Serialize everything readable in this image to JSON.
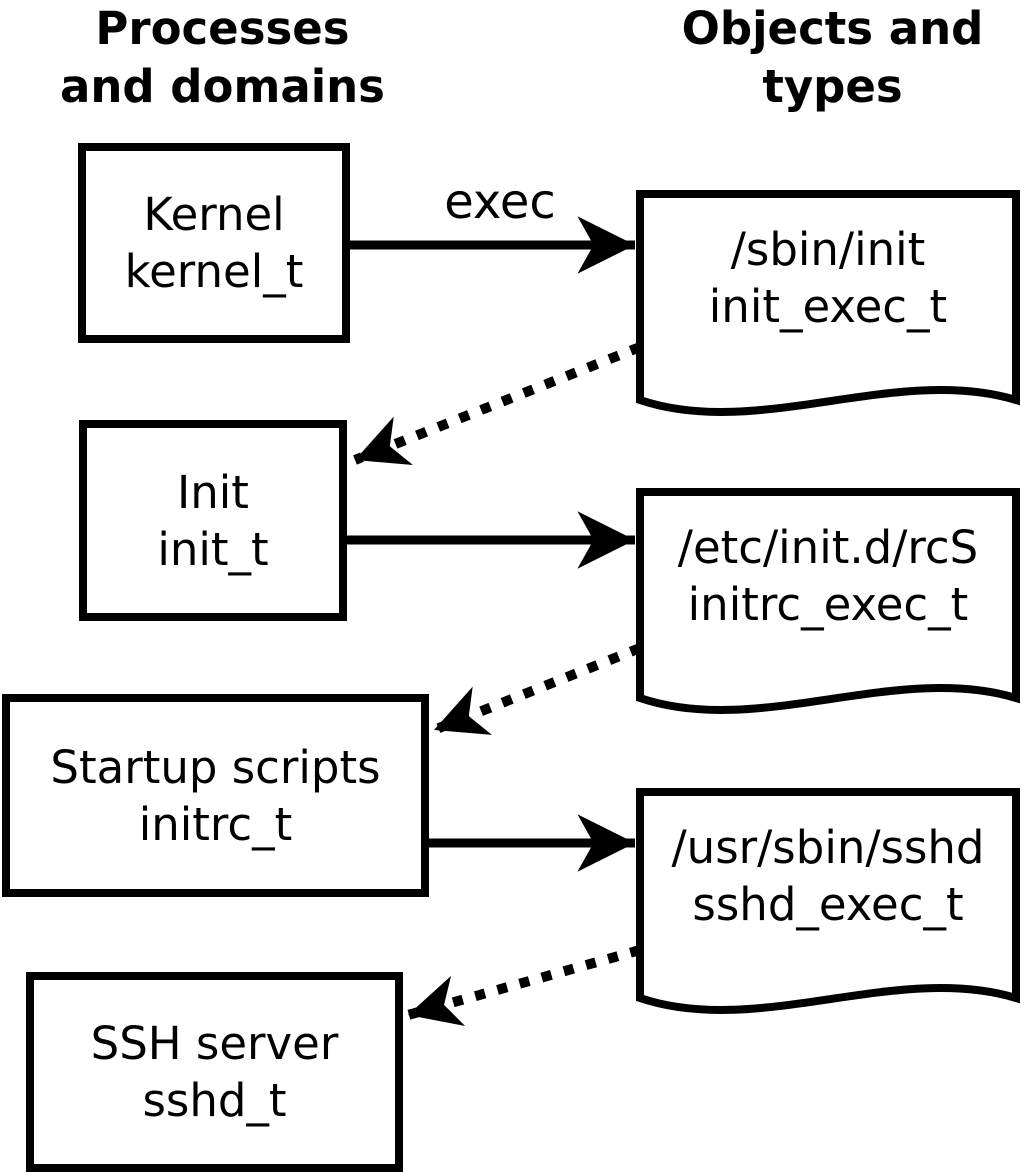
{
  "headers": {
    "left": {
      "line1": "Processes",
      "line2": "and domains"
    },
    "right": {
      "line1": "Objects and",
      "line2": "types"
    }
  },
  "process_boxes": [
    {
      "id": "kernel",
      "name": "Kernel",
      "type_label": "kernel_t"
    },
    {
      "id": "init",
      "name": "Init",
      "type_label": "init_t"
    },
    {
      "id": "startup-scripts",
      "name": "Startup scripts",
      "type_label": "initrc_t"
    },
    {
      "id": "ssh-server",
      "name": "SSH server",
      "type_label": "sshd_t"
    }
  ],
  "object_docs": [
    {
      "id": "sbin-init",
      "path": "/sbin/init",
      "type_label": "init_exec_t"
    },
    {
      "id": "etc-init-d-rcs",
      "path": "/etc/init.d/rcS",
      "type_label": "initrc_exec_t"
    },
    {
      "id": "usr-sbin-sshd",
      "path": "/usr/sbin/sshd",
      "type_label": "sshd_exec_t"
    }
  ],
  "edges": [
    {
      "from": "kernel",
      "to": "sbin-init",
      "style": "solid-arrow",
      "label": "exec"
    },
    {
      "from": "sbin-init",
      "to": "init",
      "style": "dotted-arrow",
      "label": ""
    },
    {
      "from": "init",
      "to": "etc-init-d-rcs",
      "style": "solid-arrow",
      "label": ""
    },
    {
      "from": "etc-init-d-rcs",
      "to": "startup-scripts",
      "style": "dotted-arrow",
      "label": ""
    },
    {
      "from": "startup-scripts",
      "to": "usr-sbin-sshd",
      "style": "solid-arrow",
      "label": ""
    },
    {
      "from": "usr-sbin-sshd",
      "to": "ssh-server",
      "style": "dotted-arrow",
      "label": ""
    }
  ],
  "colors": {
    "ink": "#000000",
    "paper": "#ffffff"
  }
}
